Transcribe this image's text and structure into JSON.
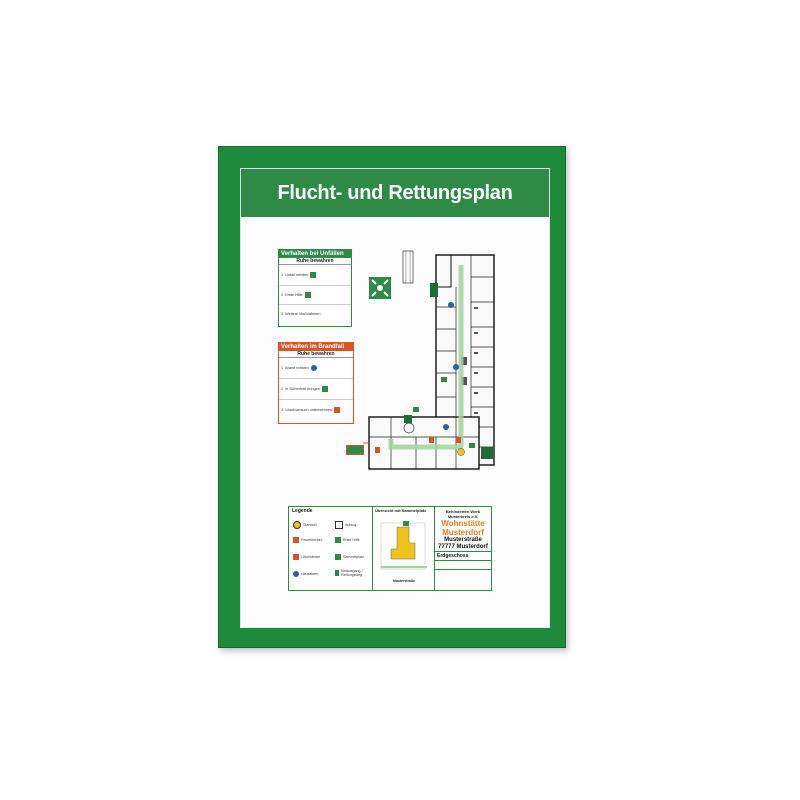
{
  "title": "Flucht- und Rettungsplan",
  "colors": {
    "frame": "#1e8a3b",
    "title_bar": "#2e8b45",
    "red_accent": "#d9532a",
    "orange_accent": "#f07f1b"
  },
  "accidents": {
    "heading": "Verhalten bei Unfällen",
    "subheading": "Ruhe bewahren",
    "rows": [
      "Unfall melden",
      "Erste Hilfe",
      "Weitere Maßnahmen"
    ]
  },
  "fire": {
    "heading": "Verhalten im Brandfall",
    "subheading": "Ruhe bewahren",
    "rows": [
      "Brand melden",
      "In Sicherheit bringen",
      "Löschversuch unternehmen"
    ]
  },
  "legend": {
    "title": "Legende",
    "items": [
      "Standort",
      "Aufzug",
      "Feuerlöscher",
      "Erste Hilfe",
      "Löschdecke",
      "Sammelplatz",
      "Hausalarm",
      "Notausgang / Rettungsweg"
    ]
  },
  "overview": {
    "title": "Übersicht mit Sammelplatz",
    "street": "Musterstraße"
  },
  "organization": {
    "line1": "Behinderten Werk",
    "line2": "Musterkreis e.V.",
    "name1": "Wohnstätte",
    "name2": "Musterdorf",
    "street": "Musterstraße",
    "city": "77777 Musterdorf",
    "floor": "Erdgeschoss"
  }
}
